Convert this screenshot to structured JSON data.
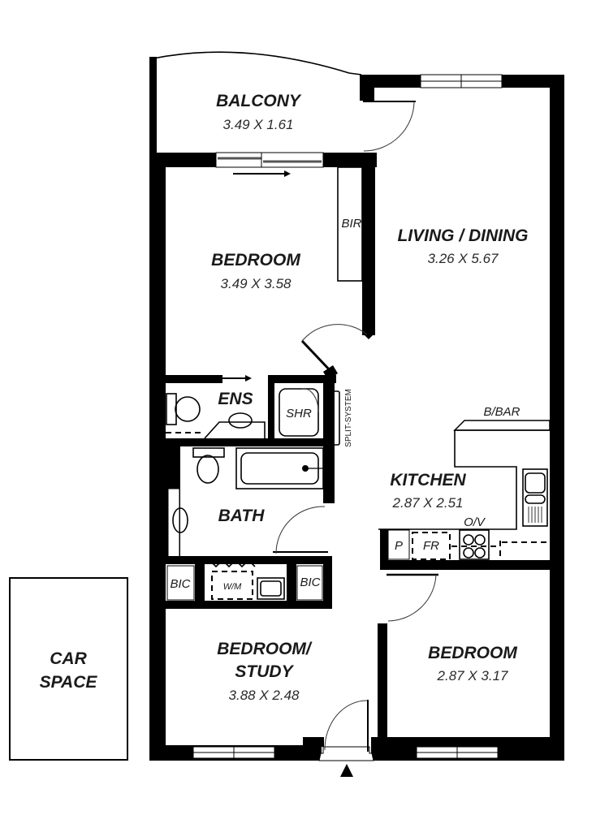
{
  "plan": {
    "rooms": {
      "balcony": {
        "name": "BALCONY",
        "dims": "3.49 X 1.61"
      },
      "living_dining": {
        "name": "LIVING / DINING",
        "dims": "3.26 X 5.67"
      },
      "bedroom_main": {
        "name": "BEDROOM",
        "dims": "3.49 X 3.58"
      },
      "ensuite": {
        "name": "ENS"
      },
      "bath": {
        "name": "BATH"
      },
      "kitchen": {
        "name": "KITCHEN",
        "dims": "2.87 X 2.51"
      },
      "bedroom_study_line1": {
        "name": "BEDROOM/"
      },
      "bedroom_study_line2": {
        "name": "STUDY",
        "dims": "3.88 X 2.48"
      },
      "bedroom_second": {
        "name": "BEDROOM",
        "dims": "2.87 X 3.17"
      },
      "car_space_line1": {
        "name": "CAR"
      },
      "car_space_line2": {
        "name": "SPACE"
      }
    },
    "fixtures": {
      "bir": "BIR",
      "shower": "SHR",
      "split_system": "SPLIT-SYSTEM",
      "breakfast_bar": "B/BAR",
      "oven": "O/V",
      "pantry": "P",
      "fridge": "FR",
      "bic_left": "BIC",
      "bic_right": "BIC",
      "washing_machine": "W/M"
    }
  }
}
